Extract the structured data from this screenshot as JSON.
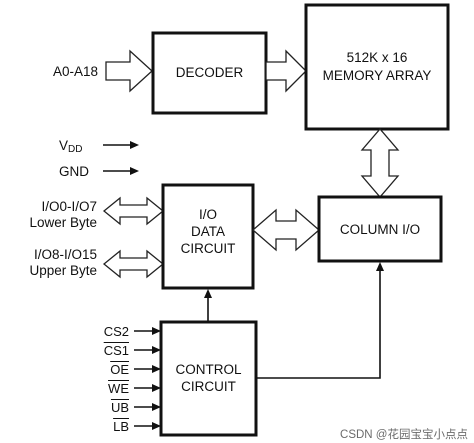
{
  "blocks": {
    "decoder": "DECODER",
    "memory_line1": "512K x 16",
    "memory_line2": "MEMORY ARRAY",
    "io_line1": "I/O",
    "io_line2": "DATA",
    "io_line3": "CIRCUIT",
    "column_io": "COLUMN I/O",
    "control_line1": "CONTROL",
    "control_line2": "CIRCUIT"
  },
  "inputs": {
    "address": "A0-A18",
    "vdd_main": "V",
    "vdd_sub": "DD",
    "gnd": "GND",
    "lower_line1": "I/O0-I/O7",
    "lower_line2": "Lower Byte",
    "upper_line1": "I/O8-I/O15",
    "upper_line2": "Upper Byte"
  },
  "control_pins": [
    {
      "name": "CS2",
      "active_low": false
    },
    {
      "name": "CS1",
      "active_low": true
    },
    {
      "name": "OE",
      "active_low": true
    },
    {
      "name": "WE",
      "active_low": true
    },
    {
      "name": "UB",
      "active_low": true
    },
    {
      "name": "LB",
      "active_low": true
    }
  ],
  "watermark": "CSDN @花园宝宝小点点"
}
